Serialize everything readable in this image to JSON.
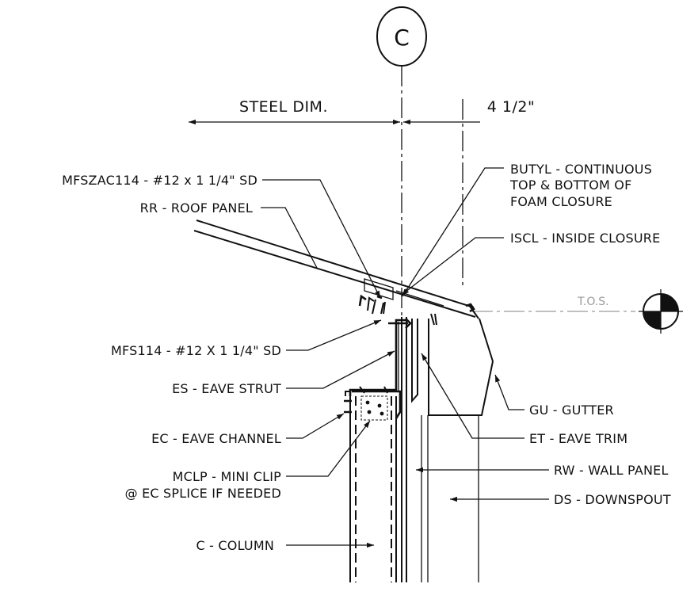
{
  "grid": {
    "label": "C"
  },
  "dimensions": {
    "steel": "STEEL DIM.",
    "offset": "4 1/2\""
  },
  "elevation": {
    "label": "T.O.S."
  },
  "callouts": {
    "fastener_top": "MFSZAC114 - #12 x 1 1/4\" SD",
    "roof_panel": "RR - ROOF PANEL",
    "butyl_1": "BUTYL - CONTINUOUS",
    "butyl_2": "TOP & BOTTOM OF",
    "butyl_3": "FOAM CLOSURE",
    "inside_closure": "ISCL - INSIDE CLOSURE",
    "fastener_bottom": "MFS114 - #12 X 1 1/4\" SD",
    "eave_strut": "ES - EAVE STRUT",
    "gutter": "GU - GUTTER",
    "eave_channel": "EC - EAVE CHANNEL",
    "eave_trim": "ET - EAVE TRIM",
    "wall_panel": "RW - WALL PANEL",
    "mini_clip_1": "MCLP - MINI CLIP",
    "mini_clip_2": "@ EC SPLICE IF NEEDED",
    "downspout": "DS - DOWNSPOUT",
    "column": "C - COLUMN"
  }
}
